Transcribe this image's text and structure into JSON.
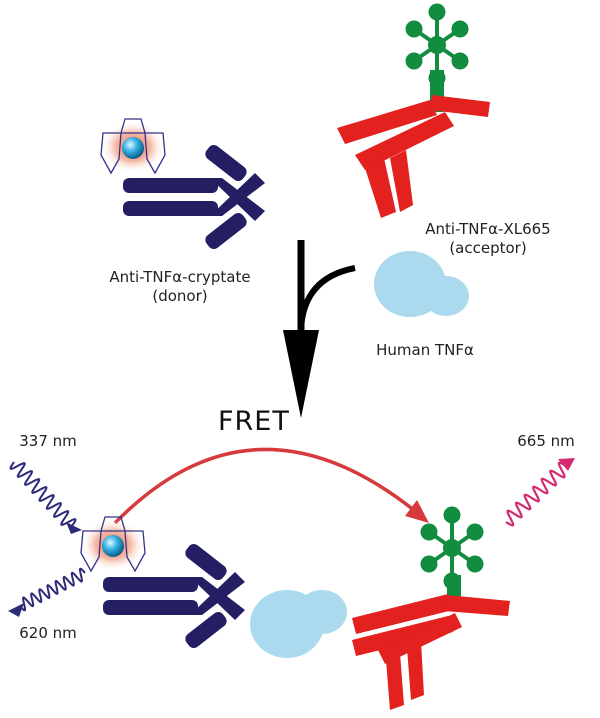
{
  "labels": {
    "donor_name": "Anti-TNFα-cryptate",
    "donor_role": "(donor)",
    "acceptor_name": "Anti-TNFα-XL665",
    "acceptor_role": "(acceptor)",
    "antigen": "Human TNFα",
    "fret": "FRET",
    "excitation": "337 nm",
    "donor_emission": "620 nm",
    "acceptor_emission": "665 nm"
  },
  "colors": {
    "donor_antibody": "#241e63",
    "acceptor_antibody": "#e3211e",
    "tnf_alpha": "#abd9ed",
    "xl665_fluorophore": "#128c3e",
    "cryptate_cage": "#33338a",
    "europium_core": "#1fa6d8",
    "cryptate_glow": "#ec5a2e",
    "fret_arrow": "#d63a3c",
    "excitation_wave": "#2b2b7a",
    "acceptor_emission_wave": "#d32b73"
  },
  "icons": {
    "donor": "cryptate-labeled-antibody",
    "acceptor": "xl665-labeled-antibody",
    "antigen": "tnf-alpha-blob",
    "reaction": "binding-arrow"
  }
}
